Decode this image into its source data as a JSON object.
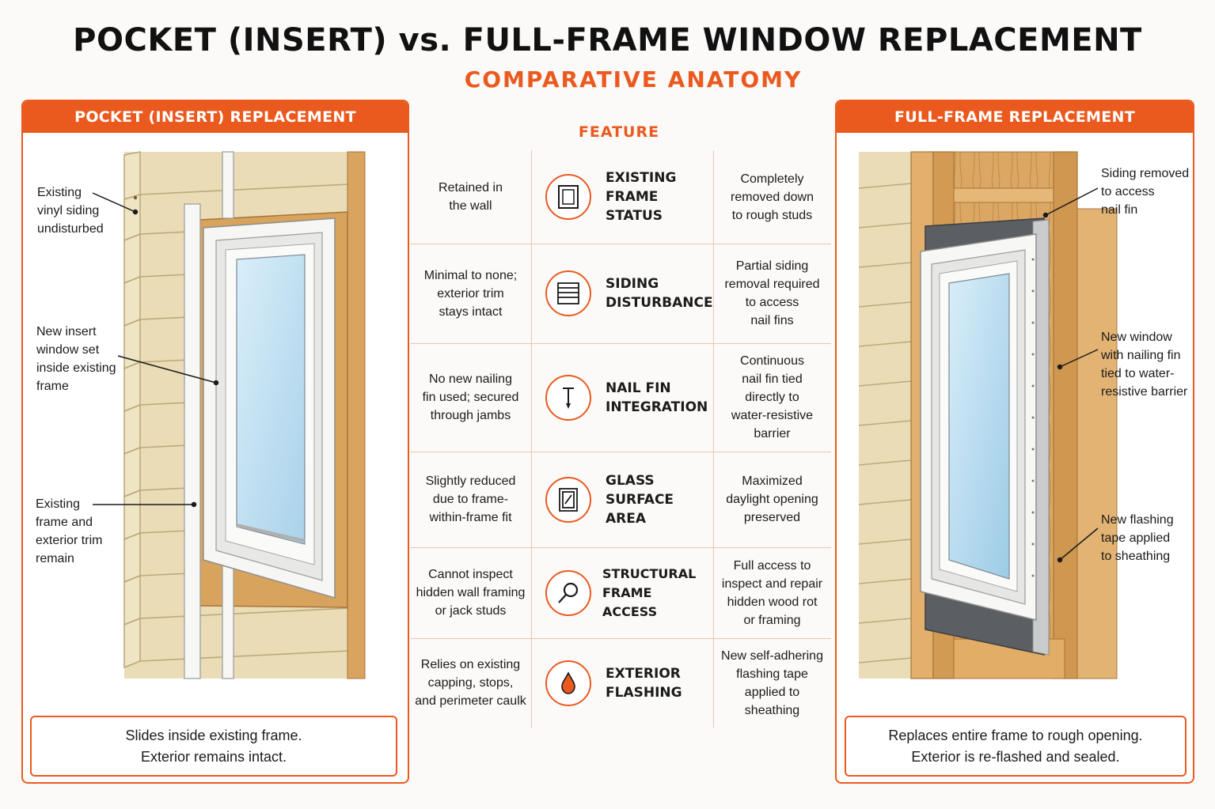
{
  "title": "POCKET (INSERT) vs. FULL-FRAME WINDOW REPLACEMENT",
  "subtitle": "COMPARATIVE ANATOMY",
  "feature_header": "FEATURE",
  "left_panel": {
    "heading": "POCKET (INSERT) REPLACEMENT",
    "callouts": [
      {
        "lines": [
          "Existing",
          "vinyl siding",
          "undisturbed"
        ]
      },
      {
        "lines": [
          "New insert",
          "window set",
          "inside existing",
          "frame"
        ]
      },
      {
        "lines": [
          "Existing",
          "frame and",
          "exterior trim",
          "remain"
        ]
      }
    ],
    "footer": [
      "Slides inside existing frame.",
      "Exterior remains intact."
    ]
  },
  "right_panel": {
    "heading": "FULL-FRAME REPLACEMENT",
    "callouts": [
      {
        "lines": [
          "Siding removed",
          "to access",
          "nail fin"
        ]
      },
      {
        "lines": [
          "New window",
          "with nailing fin",
          "tied to water-",
          "resistive barrier"
        ]
      },
      {
        "lines": [
          "New flashing",
          "tape applied",
          "to sheathing"
        ]
      }
    ],
    "footer": [
      "Replaces entire frame to rough opening.",
      "Exterior is re-flashed and sealed."
    ]
  },
  "rows": [
    {
      "icon": "window-frame-icon",
      "feature": [
        "EXISTING",
        "FRAME STATUS"
      ],
      "pocket": [
        "Retained in",
        "the wall"
      ],
      "full": [
        "Completely",
        "removed down",
        "to rough studs"
      ]
    },
    {
      "icon": "siding-icon",
      "feature": [
        "SIDING",
        "DISTURBANCE"
      ],
      "pocket": [
        "Minimal to none;",
        "exterior trim",
        "stays intact"
      ],
      "full": [
        "Partial siding",
        "removal required",
        "to access",
        "nail fins"
      ]
    },
    {
      "icon": "nail-icon",
      "feature": [
        "NAIL FIN",
        "INTEGRATION"
      ],
      "pocket": [
        "No new nailing",
        "fin used; secured",
        "through jambs"
      ],
      "full": [
        "Continuous",
        "nail fin tied",
        "directly to",
        "water-resistive",
        "barrier"
      ]
    },
    {
      "icon": "glass-pane-icon",
      "feature": [
        "GLASS SURFACE",
        "AREA"
      ],
      "pocket": [
        "Slightly reduced",
        "due to frame-",
        "within-frame fit"
      ],
      "full": [
        "Maximized",
        "daylight opening",
        "preserved"
      ]
    },
    {
      "icon": "magnifier-icon",
      "feature": [
        "STRUCTURAL FRAME",
        "ACCESS"
      ],
      "pocket": [
        "Cannot inspect",
        "hidden wall framing",
        "or jack studs"
      ],
      "full": [
        "Full access to",
        "inspect and repair",
        "hidden wood rot",
        "or framing"
      ]
    },
    {
      "icon": "water-drop-icon",
      "feature": [
        "EXTERIOR",
        "FLASHING"
      ],
      "pocket": [
        "Relies on existing",
        "capping, stops,",
        "and perimeter caulk"
      ],
      "full": [
        "New self-adhering",
        "flashing tape",
        "applied to",
        "sheathing"
      ]
    }
  ],
  "colors": {
    "accent": "#ea5a1f",
    "siding": "#ece0bd",
    "wood": "#d9a45f",
    "glass": "#bfe0f2",
    "wrb": "#55585c"
  }
}
